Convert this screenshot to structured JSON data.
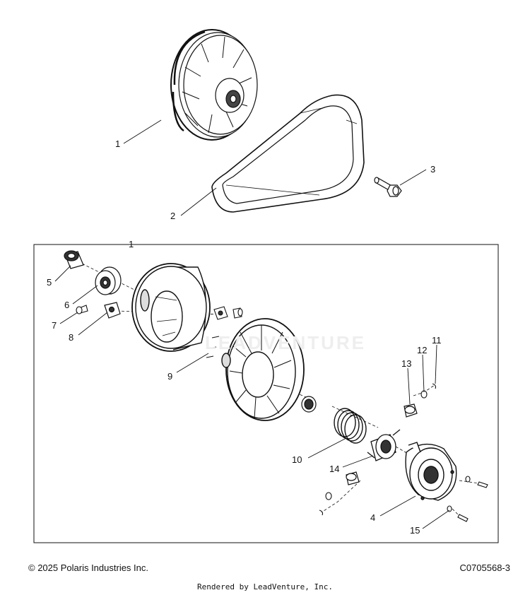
{
  "callouts": [
    {
      "id": "c1-top",
      "text": "1"
    },
    {
      "id": "c2",
      "text": "2"
    },
    {
      "id": "c3",
      "text": "3"
    },
    {
      "id": "c1-box",
      "text": "1"
    },
    {
      "id": "c5",
      "text": "5"
    },
    {
      "id": "c6",
      "text": "6"
    },
    {
      "id": "c7",
      "text": "7"
    },
    {
      "id": "c8",
      "text": "8"
    },
    {
      "id": "c9",
      "text": "9"
    },
    {
      "id": "c10",
      "text": "10"
    },
    {
      "id": "c11",
      "text": "11"
    },
    {
      "id": "c12",
      "text": "12"
    },
    {
      "id": "c13",
      "text": "13"
    },
    {
      "id": "c14",
      "text": "14"
    },
    {
      "id": "c4",
      "text": "4"
    },
    {
      "id": "c15",
      "text": "15"
    }
  ],
  "footer": {
    "copyright": "© 2025 Polaris Industries Inc.",
    "drawing_id": "C0705568-3",
    "rendered_by": "Rendered by LeadVenture, Inc."
  },
  "watermark": {
    "text": "LEADVENTURE"
  }
}
